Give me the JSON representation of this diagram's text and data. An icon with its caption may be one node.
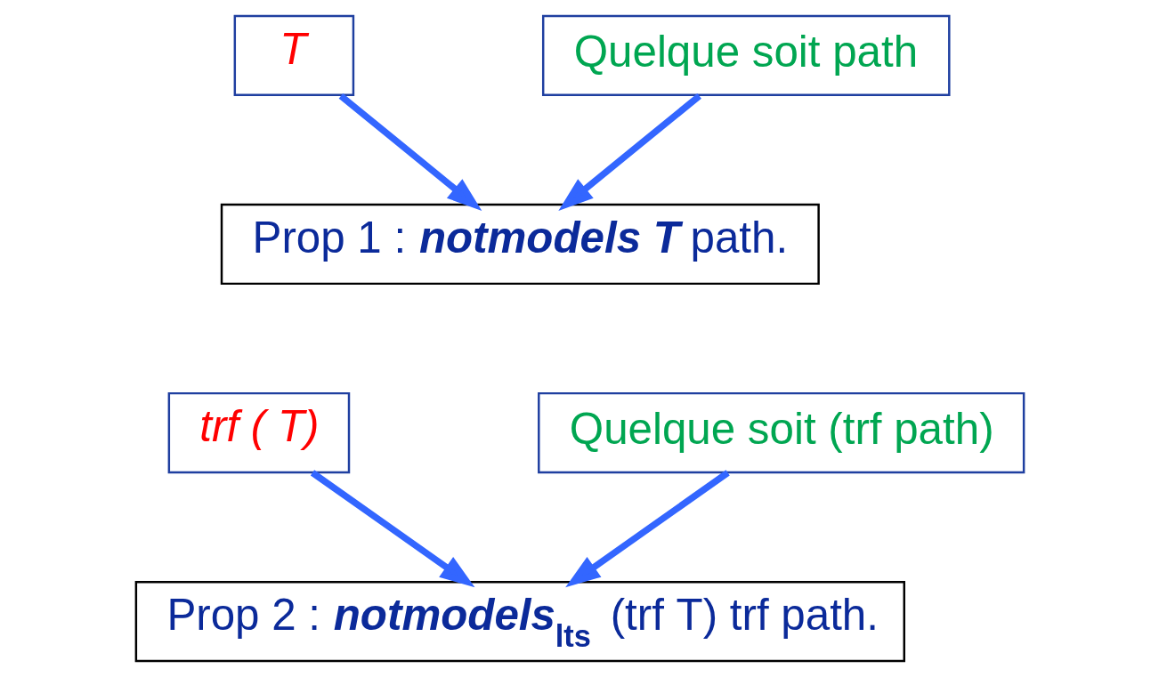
{
  "diagram": {
    "nodes": [
      {
        "text": [
          "T"
        ]
      },
      {
        "text": [
          "Quelque soit path"
        ]
      },
      {
        "text": [
          "Prop 1 : **notmodels T** path."
        ]
      },
      {
        "text": [
          "trf ( T)"
        ]
      },
      {
        "text": [
          "Quelque soit (trf path)"
        ]
      },
      {
        "text": [
          "Prop 2 : **notmodels**$_{lts}$ (trf T) trf path."
        ]
      }
    ],
    "edges": [
      {
        "from": 0,
        "to": 2,
        "arrow": "to"
      },
      {
        "from": 1,
        "to": 2,
        "arrow": "to"
      },
      {
        "from": 3,
        "to": 5,
        "arrow": "to"
      },
      {
        "from": 4,
        "to": 5,
        "arrow": "to"
      }
    ]
  }
}
